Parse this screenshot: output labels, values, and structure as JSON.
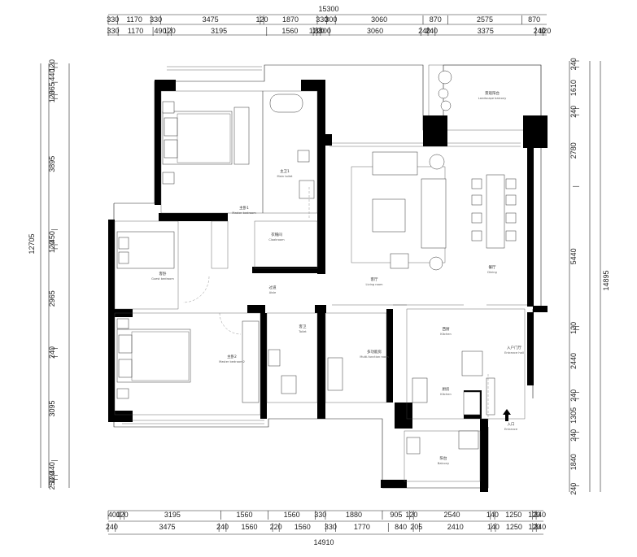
{
  "dimensions": {
    "top_total": "15300",
    "top_row1": [
      "330",
      "1170",
      "330",
      "3475",
      "120",
      "1870",
      "330",
      "300",
      "3060",
      "870",
      "2575",
      "870"
    ],
    "top_row2": [
      "330",
      "1170",
      "490",
      "120",
      "3195",
      "1560",
      "120",
      "120",
      "300",
      "3060",
      "240",
      "240",
      "3375",
      "240",
      "120"
    ],
    "bottom_row1": [
      "400",
      "120",
      "3195",
      "1560",
      "1560",
      "330",
      "1880",
      "905",
      "120",
      "2540",
      "140",
      "1250",
      "120",
      "240"
    ],
    "bottom_row2": [
      "240",
      "3475",
      "240",
      "1560",
      "220",
      "1560",
      "330",
      "1770",
      "840",
      "205",
      "2410",
      "140",
      "1250",
      "120",
      "240"
    ],
    "bottom_total": "14910",
    "left_total": "12705",
    "left_row1": [
      "120",
      "440",
      "365",
      "120",
      "3895",
      "450",
      "120",
      "2965",
      "240",
      "3095",
      "440",
      "120",
      "250"
    ],
    "left_row2": [
      "3895",
      "2965",
      "3095"
    ],
    "right_total": "14895",
    "right_row1": [
      "240",
      "1610",
      "240",
      "2780",
      "5440",
      "120",
      "2440",
      "240",
      "1305",
      "240",
      "1840",
      "240"
    ],
    "right_row2": [
      "240",
      "1610",
      "240",
      "2780",
      "5440",
      "120",
      "2440",
      "240",
      "1305",
      "240",
      "1840",
      "240"
    ]
  },
  "rooms": [
    {
      "id": "master-bedroom-1",
      "zh": "主卧1",
      "en": "Master bedroom"
    },
    {
      "id": "master-toilet",
      "zh": "主卫1",
      "en": "Main toilet"
    },
    {
      "id": "cloakroom",
      "zh": "衣帽间",
      "en": "Cloakroom"
    },
    {
      "id": "landscape-balcony",
      "zh": "景观阳台",
      "en": "Landscape balcony"
    },
    {
      "id": "living-room",
      "zh": "客厅",
      "en": "Living room"
    },
    {
      "id": "dining",
      "zh": "餐厅",
      "en": "Dining"
    },
    {
      "id": "guest-bedroom",
      "zh": "客卧",
      "en": "Guest bedroom"
    },
    {
      "id": "aisle",
      "zh": "过道",
      "en": "Aisle"
    },
    {
      "id": "master-bedroom-2",
      "zh": "主卧2",
      "en": "Master bedroom2"
    },
    {
      "id": "toilet",
      "zh": "客卫",
      "en": "Toilet"
    },
    {
      "id": "multi-function-room",
      "zh": "多功能房",
      "en": "Multi-function room"
    },
    {
      "id": "kitchen-west",
      "zh": "西厨",
      "en": "Kitchen"
    },
    {
      "id": "kitchen",
      "zh": "厨房",
      "en": "Kitchen"
    },
    {
      "id": "entrance-hall",
      "zh": "入户门厅",
      "en": "Entrance hall"
    },
    {
      "id": "balcony",
      "zh": "阳台",
      "en": "Balcony"
    }
  ],
  "entrance": {
    "zh": "入口",
    "en": "Entrance"
  }
}
